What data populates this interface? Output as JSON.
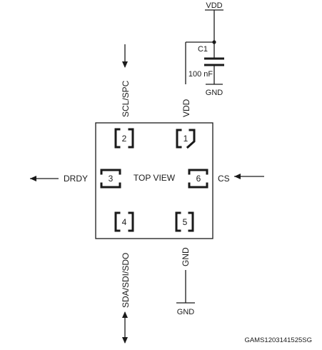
{
  "power": {
    "vdd_rail_label": "VDD",
    "capacitor_name": "C1",
    "capacitor_value": "100 nF",
    "cap_gnd_label": "GND"
  },
  "chip": {
    "center_label": "TOP VIEW",
    "pins": [
      {
        "number": "1",
        "signal": "VDD"
      },
      {
        "number": "2",
        "signal": "SCL/SPC"
      },
      {
        "number": "3",
        "signal": "DRDY"
      },
      {
        "number": "4",
        "signal": "SDA/SDI/SDO"
      },
      {
        "number": "5",
        "signal": "GND"
      },
      {
        "number": "6",
        "signal": "CS"
      }
    ]
  },
  "ground_label": "GND",
  "footer_code": "GAMS1203141525SG",
  "colors": {
    "ink": "#1a1a1a",
    "background": "#ffffff"
  }
}
